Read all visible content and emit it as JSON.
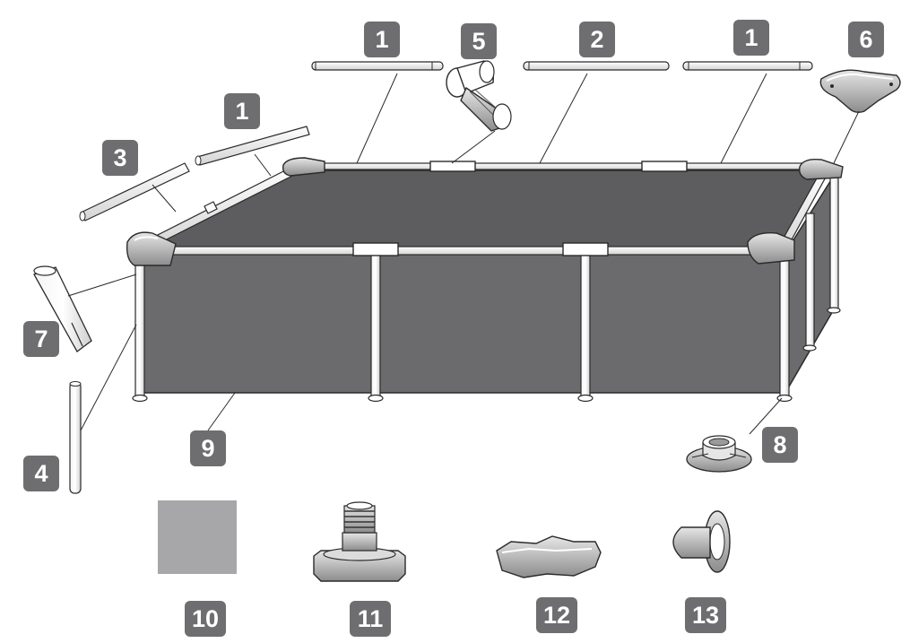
{
  "callouts": {
    "c1": "1",
    "c2": "1",
    "c3": "1",
    "c4": "2",
    "c5": "3",
    "c6": "4",
    "c7": "5",
    "c8": "6",
    "c9": "7",
    "c10": "8",
    "c11": "9",
    "c12": "10",
    "c13": "11",
    "c14": "12",
    "c15": "13"
  },
  "colors": {
    "liner": "#6b6b6d",
    "liner_top": "#5d5d5f",
    "ground_cloth": "#a7a7a9",
    "badge": "#6e6e70",
    "outline": "#2a2a2a"
  }
}
